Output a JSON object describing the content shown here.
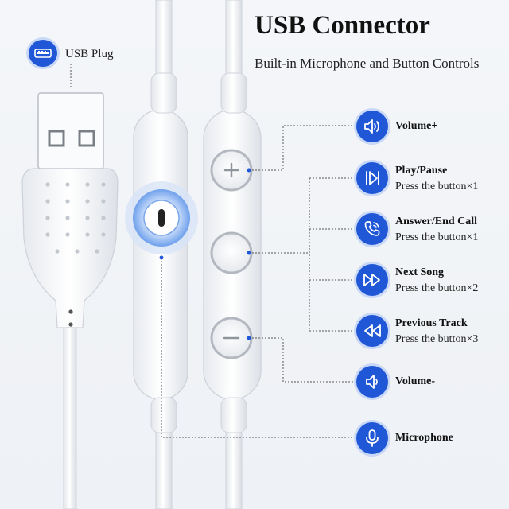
{
  "header": {
    "title": "USB Connector",
    "subtitle": "Built-in Microphone and Button Controls"
  },
  "usb_plug": {
    "label": "USB Plug",
    "icon": "usb-icon"
  },
  "functions": [
    {
      "id": "volume-up",
      "label": "Volume+",
      "sub": "",
      "icon": "speaker-loud-icon"
    },
    {
      "id": "play-pause",
      "label": "Play/Pause",
      "sub": "Press the button×1",
      "icon": "play-pause-icon"
    },
    {
      "id": "answer-end",
      "label": "Answer/End Call",
      "sub": "Press the button×1",
      "icon": "phone-icon"
    },
    {
      "id": "next-song",
      "label": "Next Song",
      "sub": "Press the button×2",
      "icon": "fast-forward-icon"
    },
    {
      "id": "previous-track",
      "label": "Previous Track",
      "sub": "Press the button×3",
      "icon": "rewind-icon"
    },
    {
      "id": "volume-down",
      "label": "Volume-",
      "sub": "",
      "icon": "speaker-soft-icon"
    },
    {
      "id": "microphone",
      "label": "Microphone",
      "sub": "",
      "icon": "microphone-icon"
    }
  ],
  "colors": {
    "accent": "#1f57d6",
    "badge_ring": "#c9d8f7",
    "cable": "#ffffff",
    "leader_line": "#555555"
  }
}
